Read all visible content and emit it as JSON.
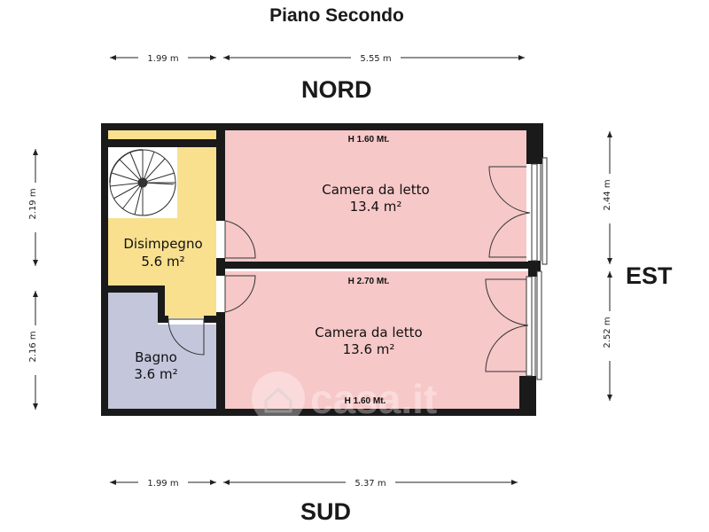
{
  "title": "Piano Secondo",
  "compass": {
    "north": "NORD",
    "south": "SUD",
    "east": "EST"
  },
  "dimensions": {
    "top_left": "1.99 m",
    "top_right": "5.55 m",
    "bottom_left": "1.99 m",
    "bottom_right": "5.37 m",
    "left_upper": "2.19 m",
    "left_lower": "2.16 m",
    "right_upper": "2.44 m",
    "right_lower": "2.52 m"
  },
  "rooms": {
    "camera_top": {
      "name": "Camera da letto",
      "area": "13.4 m²",
      "height": "H 1.60 Mt.",
      "color": "#f7c8c8"
    },
    "camera_bottom": {
      "name": "Camera da letto",
      "area": "13.6 m²",
      "height_top": "H 2.70 Mt.",
      "height_bottom": "H 1.60 Mt.",
      "color": "#f7c8c8"
    },
    "disimpegno": {
      "name": "Disimpegno",
      "area": "5.6 m²",
      "color": "#f9e08f"
    },
    "bagno": {
      "name": "Bagno",
      "area": "3.6 m²",
      "color": "#c4c6dc"
    }
  },
  "watermark": "casa.it"
}
